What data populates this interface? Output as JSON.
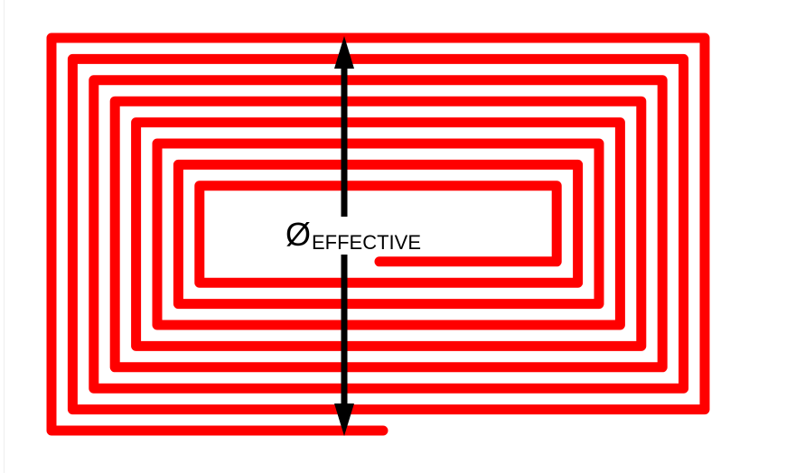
{
  "diagram": {
    "label_symbol": "Ø",
    "label_subscript": "EFFECTIVE",
    "turns": 8,
    "colors": {
      "coil": "#ff0000",
      "arrow": "#000000",
      "text": "#000000"
    }
  }
}
